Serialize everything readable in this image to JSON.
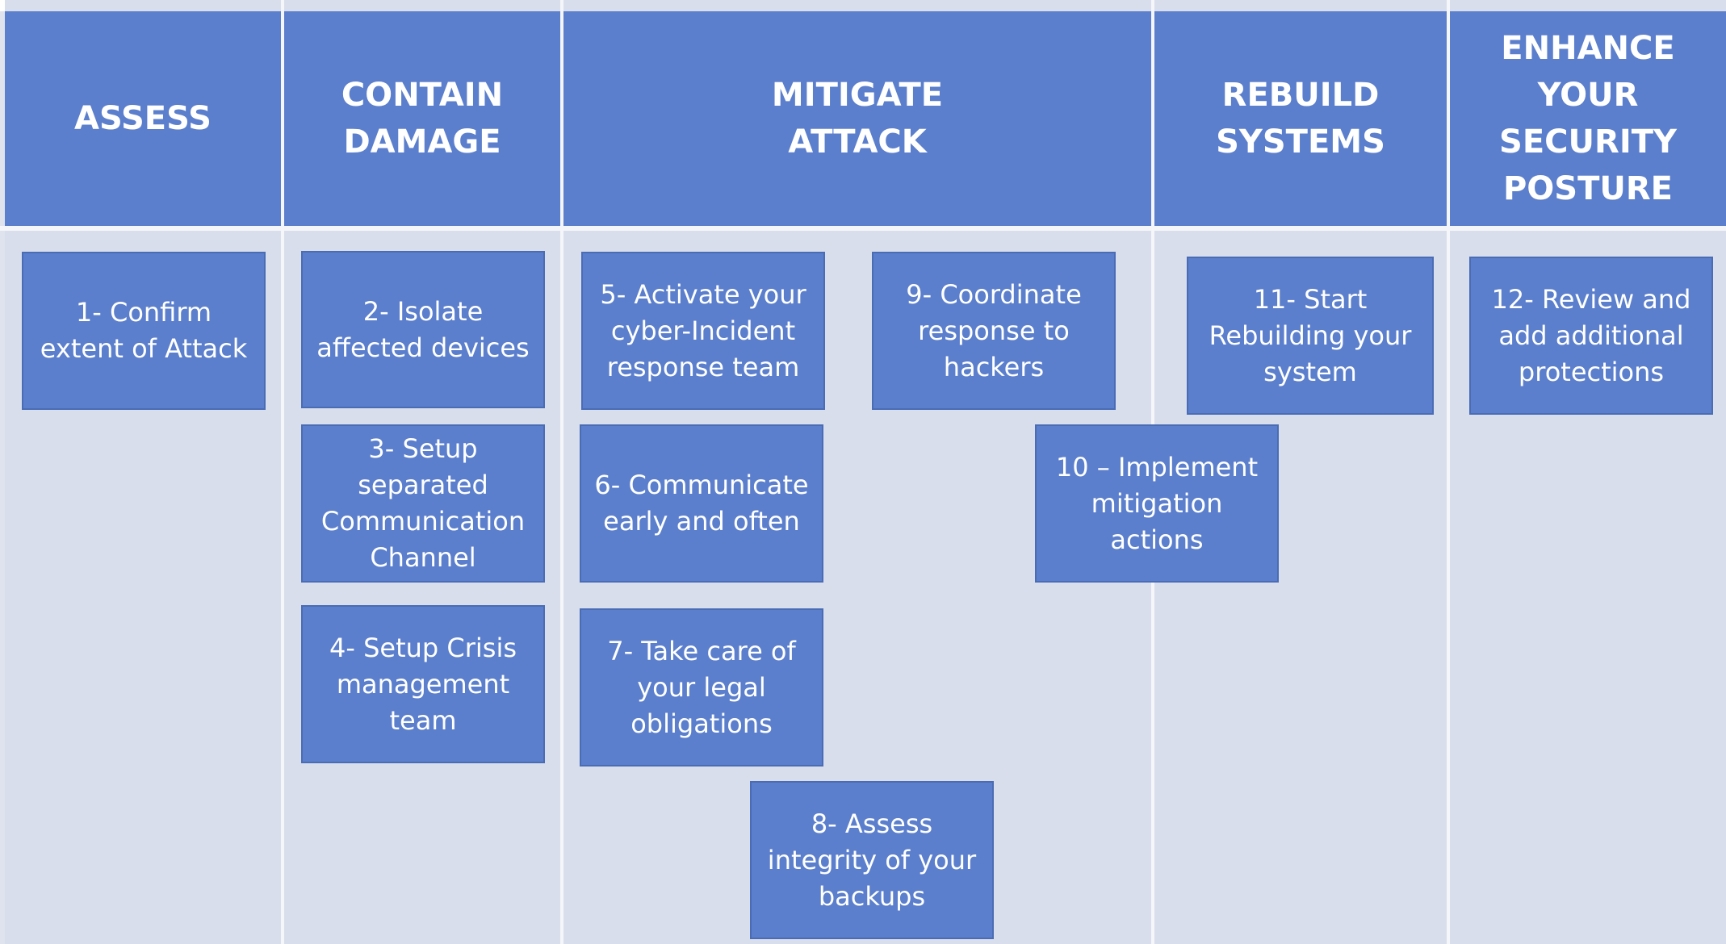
{
  "columns": [
    {
      "header": "ASSESS"
    },
    {
      "header": "CONTAIN\nDAMAGE"
    },
    {
      "header": "MITIGATE\nATTACK"
    },
    {
      "header": "REBUILD\nSYSTEMS"
    },
    {
      "header": "ENHANCE\nYOUR\nSECURITY\nPOSTURE"
    }
  ],
  "tasks": [
    {
      "label": "1- Confirm\nextent of Attack"
    },
    {
      "label": "2- Isolate\naffected devices"
    },
    {
      "label": "3- Setup\nseparated\nCommunication\nChannel"
    },
    {
      "label": "4- Setup Crisis\nmanagement\nteam"
    },
    {
      "label": "5- Activate your\ncyber-Incident\nresponse team"
    },
    {
      "label": "6- Communicate\nearly and often"
    },
    {
      "label": "7- Take care of\nyour legal\nobligations"
    },
    {
      "label": "8- Assess\nintegrity of your\nbackups"
    },
    {
      "label": "9- Coordinate\nresponse to\nhackers"
    },
    {
      "label": "10 – Implement\nmitigation\nactions"
    },
    {
      "label": "11- Start\nRebuilding your\nsystem"
    },
    {
      "label": "12- Review and\nadd additional\nprotections"
    }
  ],
  "colors": {
    "header_fill": "#5b7fcc",
    "task_fill": "#5b7fcc",
    "background": "#d8deeb",
    "text": "#ffffff"
  }
}
